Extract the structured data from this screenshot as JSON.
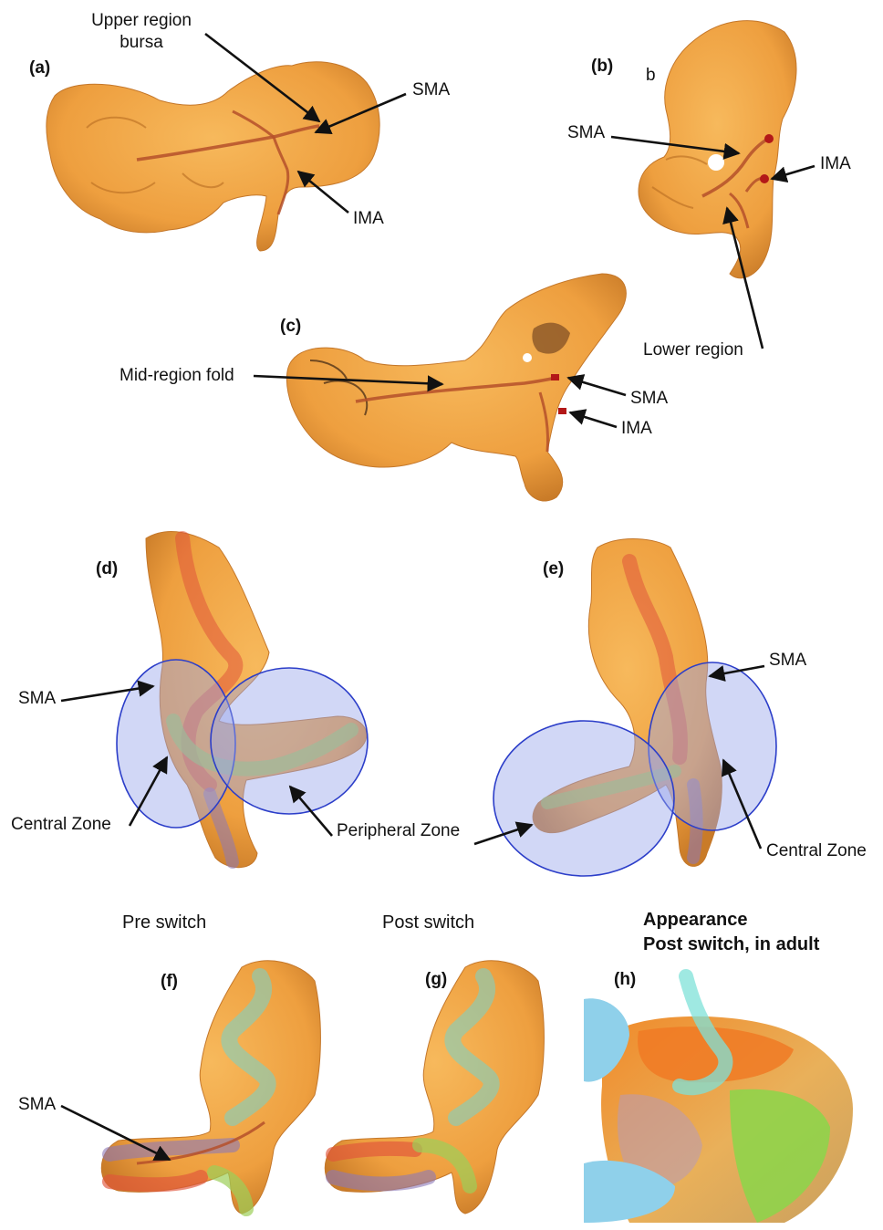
{
  "colors": {
    "organ": "#f2a545",
    "organ_dark": "#d98a2e",
    "vessel": "#b5502a",
    "vessel_tip": "#b31818",
    "zone_fill": "#9aa6ea",
    "zone_stroke": "#2c3ec9",
    "gut_green": "#9ccf59",
    "gut_red": "#e0553a",
    "gut_purple": "#8c78b8",
    "gut_teal": "#7fd1c2",
    "glove": "#8fd0ea",
    "adult_green": "#8bd64a",
    "adult_orange": "#f07a25"
  },
  "panels": {
    "a": "(a)",
    "b": "(b)",
    "b_small": "b",
    "c": "(c)",
    "d": "(d)",
    "e": "(e)",
    "f": "(f)",
    "g": "(g)",
    "h": "(h)"
  },
  "labels": {
    "a_upper_line1": "Upper region",
    "a_upper_line2": "bursa",
    "a_sma": "SMA",
    "a_ima": "IMA",
    "b_sma": "SMA",
    "b_ima": "IMA",
    "b_lower": "Lower region",
    "c_mid": "Mid-region fold",
    "c_sma": "SMA",
    "c_ima": "IMA",
    "d_sma": "SMA",
    "d_central": "Central Zone",
    "d_peripheral": "Peripheral Zone",
    "e_sma": "SMA",
    "e_central": "Central Zone",
    "f_sma": "SMA"
  },
  "captions": {
    "pre": "Pre switch",
    "post": "Post switch",
    "appearance_line1": "Appearance",
    "appearance_line2": "Post switch, in adult"
  }
}
